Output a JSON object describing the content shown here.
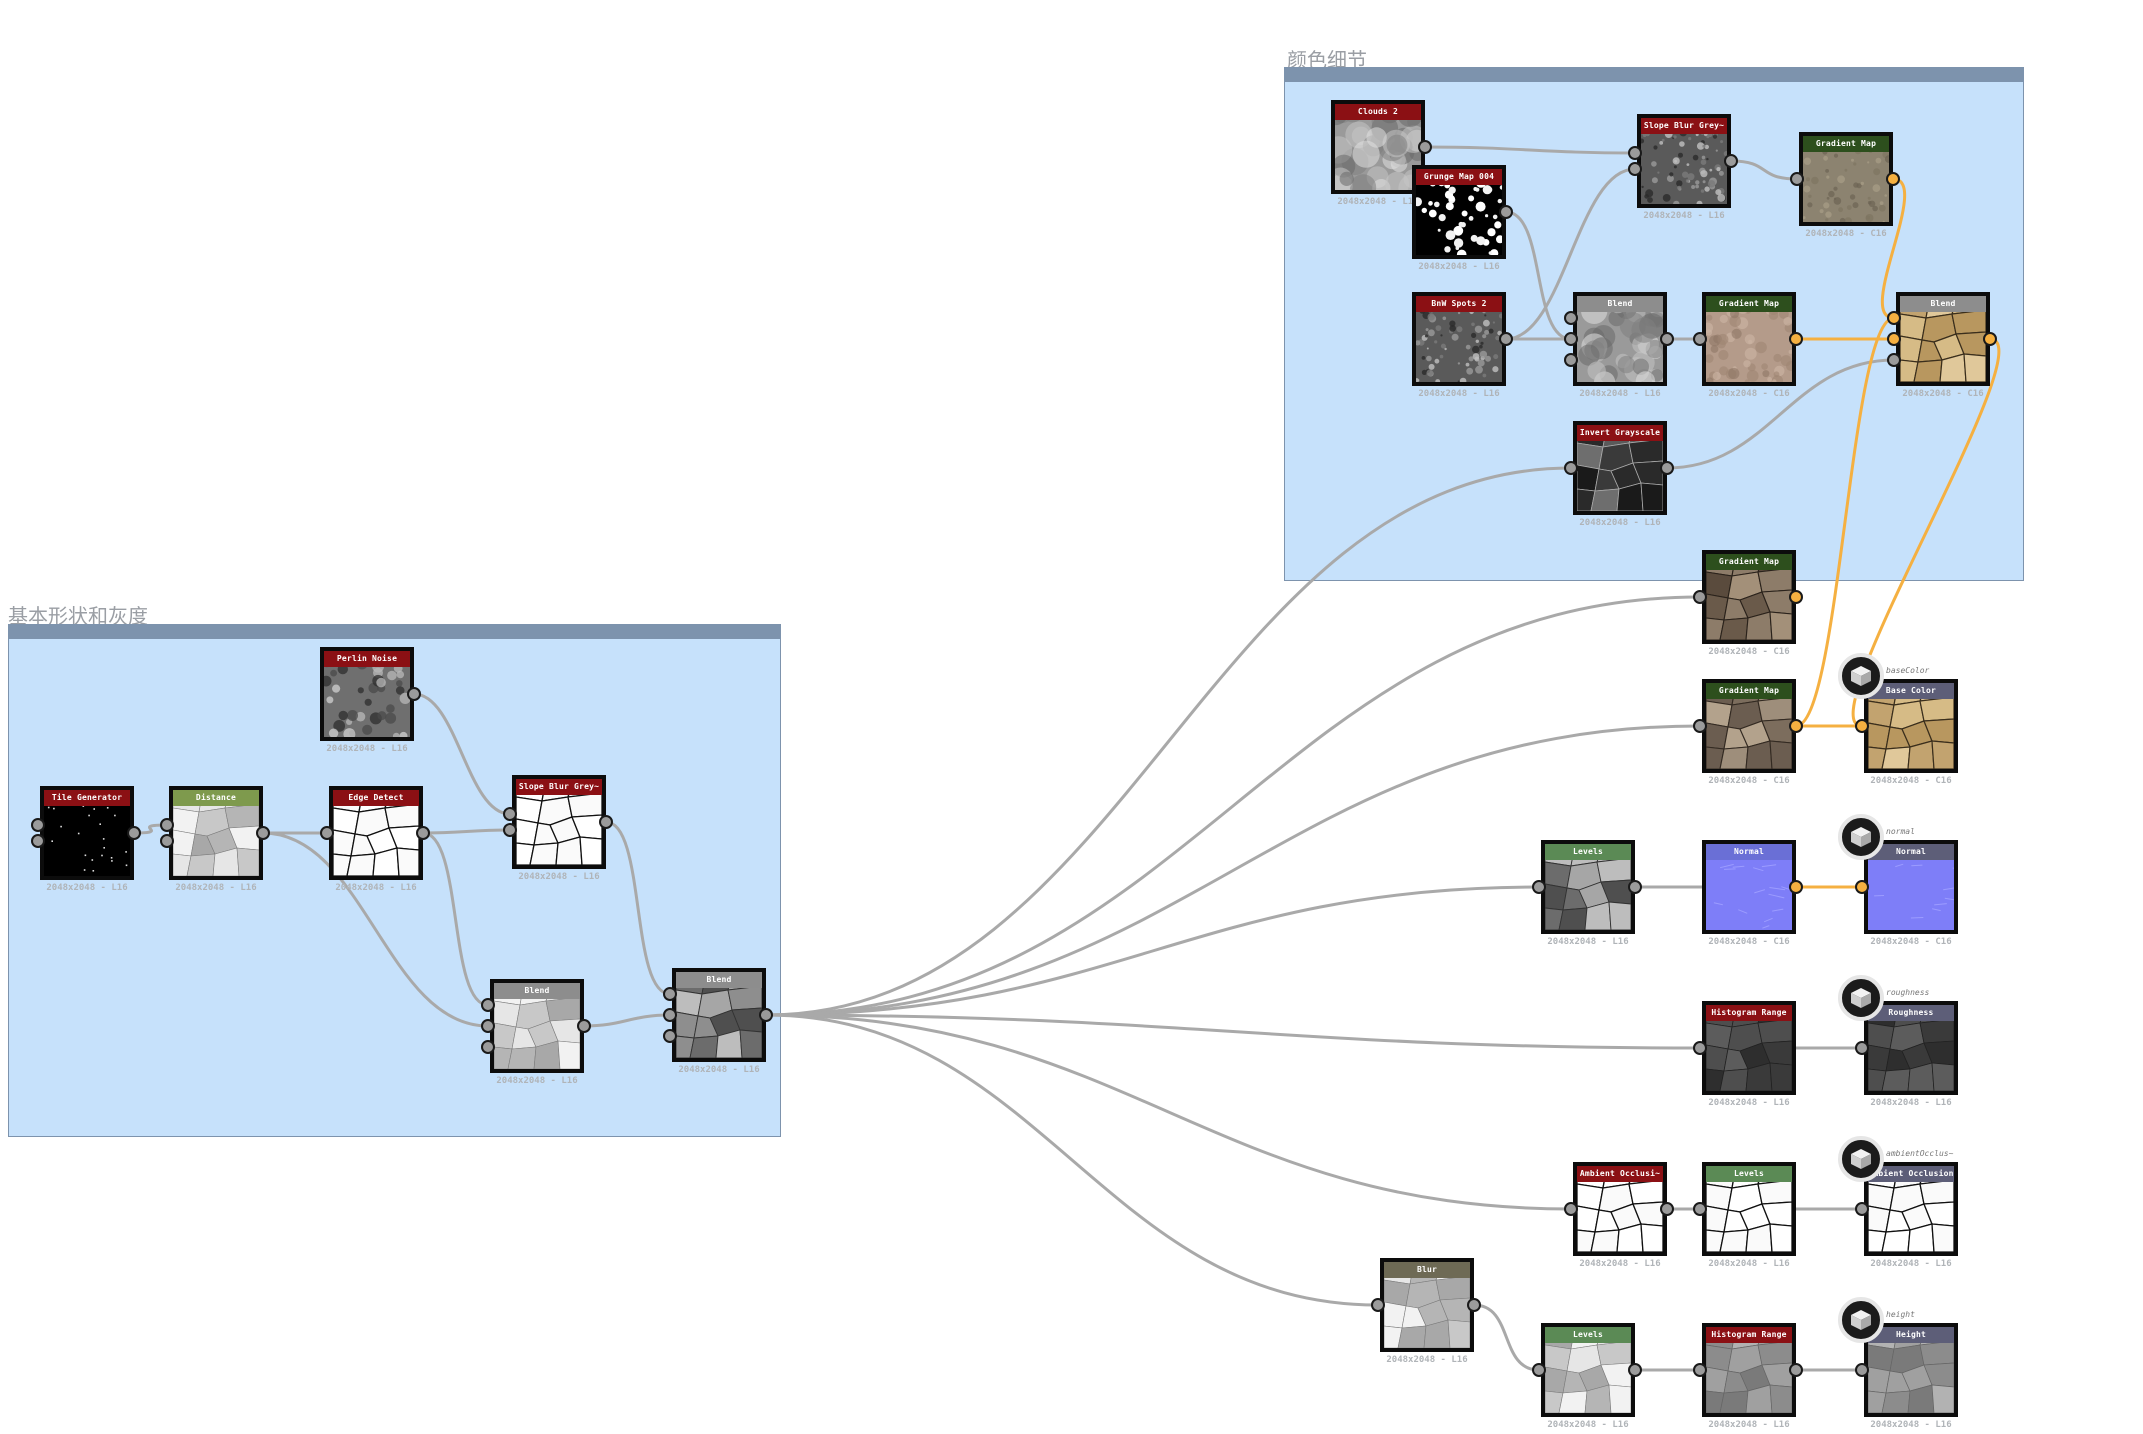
{
  "frames": {
    "basic": {
      "title": "基本形状和灰度"
    },
    "color": {
      "title": "颜色细节"
    }
  },
  "nodes": {
    "perlin": {
      "title": "Perlin Noise",
      "info": "2048x2048 - L16"
    },
    "tile_gen": {
      "title": "Tile Generator",
      "info": "2048x2048 - L16"
    },
    "distance": {
      "title": "Distance",
      "info": "2048x2048 - L16"
    },
    "edge_detect": {
      "title": "Edge Detect",
      "info": "2048x2048 - L16"
    },
    "slope_blur_1": {
      "title": "Slope Blur Grey~",
      "info": "2048x2048 - L16"
    },
    "blend_1": {
      "title": "Blend",
      "info": "2048x2048 - L16"
    },
    "blend_2": {
      "title": "Blend",
      "info": "2048x2048 - L16"
    },
    "clouds": {
      "title": "Clouds 2",
      "info": "2048x2048 - L16"
    },
    "grunge": {
      "title": "Grunge Map 004",
      "info": "2048x2048 - L16"
    },
    "bnw_spots": {
      "title": "BnW Spots 2",
      "info": "2048x2048 - L16"
    },
    "slope_blur_2": {
      "title": "Slope Blur Grey~",
      "info": "2048x2048 - L16"
    },
    "gradient_1": {
      "title": "Gradient Map",
      "info": "2048x2048 - C16"
    },
    "blend_3": {
      "title": "Blend",
      "info": "2048x2048 - L16"
    },
    "gradient_2": {
      "title": "Gradient Map",
      "info": "2048x2048 - C16"
    },
    "blend_4": {
      "title": "Blend",
      "info": "2048x2048 - C16"
    },
    "invert": {
      "title": "Invert Grayscale",
      "info": "2048x2048 - L16"
    },
    "gradient_3": {
      "title": "Gradient Map",
      "info": "2048x2048 - C16"
    },
    "gradient_4": {
      "title": "Gradient Map",
      "info": "2048x2048 - C16"
    },
    "base_color": {
      "title": "Base Color",
      "info": "2048x2048 - C16"
    },
    "levels_1": {
      "title": "Levels",
      "info": "2048x2048 - L16"
    },
    "normal": {
      "title": "Normal",
      "info": "2048x2048 - C16"
    },
    "normal_out": {
      "title": "Normal",
      "info": "2048x2048 - C16"
    },
    "histo_1": {
      "title": "Histogram Range",
      "info": "2048x2048 - L16"
    },
    "roughness": {
      "title": "Roughness",
      "info": "2048x2048 - L16"
    },
    "ao": {
      "title": "Ambient Occlusi~",
      "info": "2048x2048 - L16"
    },
    "levels_2": {
      "title": "Levels",
      "info": "2048x2048 - L16"
    },
    "ao_out": {
      "title": "Ambient Occlusion",
      "info": "2048x2048 - L16"
    },
    "blur": {
      "title": "Blur",
      "info": "2048x2048 - L16"
    },
    "levels_3": {
      "title": "Levels",
      "info": "2048x2048 - L16"
    },
    "histo_2": {
      "title": "Histogram Range",
      "info": "2048x2048 - L16"
    },
    "height": {
      "title": "Height",
      "info": "2048x2048 - L16"
    }
  },
  "outputs": {
    "base_color": {
      "tag": "baseColor"
    },
    "normal": {
      "tag": "normal"
    },
    "roughness": {
      "tag": "roughness"
    },
    "ao": {
      "tag": "ambientOcclus~"
    },
    "height": {
      "tag": "height"
    }
  },
  "colors": {
    "canvas_bg": "#ffffff",
    "frame_fill": "#c6e1fb",
    "frame_bar": "#7d93ad",
    "link_grey": "#a9a9a9",
    "link_color": "#f5b041",
    "header_generator": "#8b1014",
    "header_gradient": "#2d4f1d",
    "header_levels": "#5b8a55",
    "header_distance": "#7e9a4d",
    "header_blend": "#8d8d8d",
    "header_normal": "#6a6fd6",
    "header_output": "#5d5e78",
    "header_blur": "#6e6a55"
  }
}
